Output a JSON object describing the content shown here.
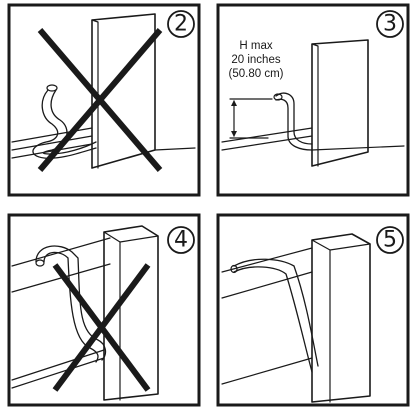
{
  "panels": [
    {
      "step": "2",
      "crossed": true
    },
    {
      "step": "3",
      "crossed": false,
      "label_lines": [
        "H max",
        "20 inches",
        "(50.80 cm)"
      ]
    },
    {
      "step": "4",
      "crossed": true
    },
    {
      "step": "5",
      "crossed": false
    }
  ]
}
